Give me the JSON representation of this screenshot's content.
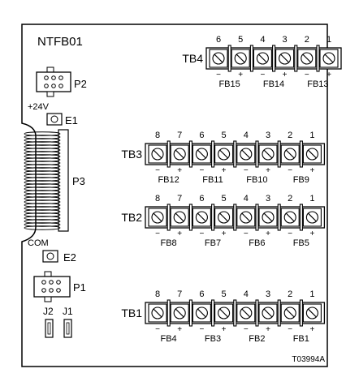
{
  "board": {
    "title": "NTFB01",
    "figure_id": "T03994A"
  },
  "labels": {
    "p1": "P1",
    "p2": "P2",
    "p3": "P3",
    "e1": "E1",
    "e2": "E2",
    "j1": "J1",
    "j2": "J2",
    "v24": "+24V",
    "com": "COM",
    "minus": "−",
    "plus": "+"
  },
  "terminal_blocks": [
    {
      "name": "TB4",
      "terminals": [
        "6",
        "5",
        "4",
        "3",
        "2",
        "1"
      ],
      "fuses": [
        "FB15",
        "FB14",
        "FB13"
      ]
    },
    {
      "name": "TB3",
      "terminals": [
        "8",
        "7",
        "6",
        "5",
        "4",
        "3",
        "2",
        "1"
      ],
      "fuses": [
        "FB12",
        "FB11",
        "FB10",
        "FB9"
      ]
    },
    {
      "name": "TB2",
      "terminals": [
        "8",
        "7",
        "6",
        "5",
        "4",
        "3",
        "2",
        "1"
      ],
      "fuses": [
        "FB8",
        "FB7",
        "FB6",
        "FB5"
      ]
    },
    {
      "name": "TB1",
      "terminals": [
        "8",
        "7",
        "6",
        "5",
        "4",
        "3",
        "2",
        "1"
      ],
      "fuses": [
        "FB4",
        "FB3",
        "FB2",
        "FB1"
      ]
    }
  ]
}
